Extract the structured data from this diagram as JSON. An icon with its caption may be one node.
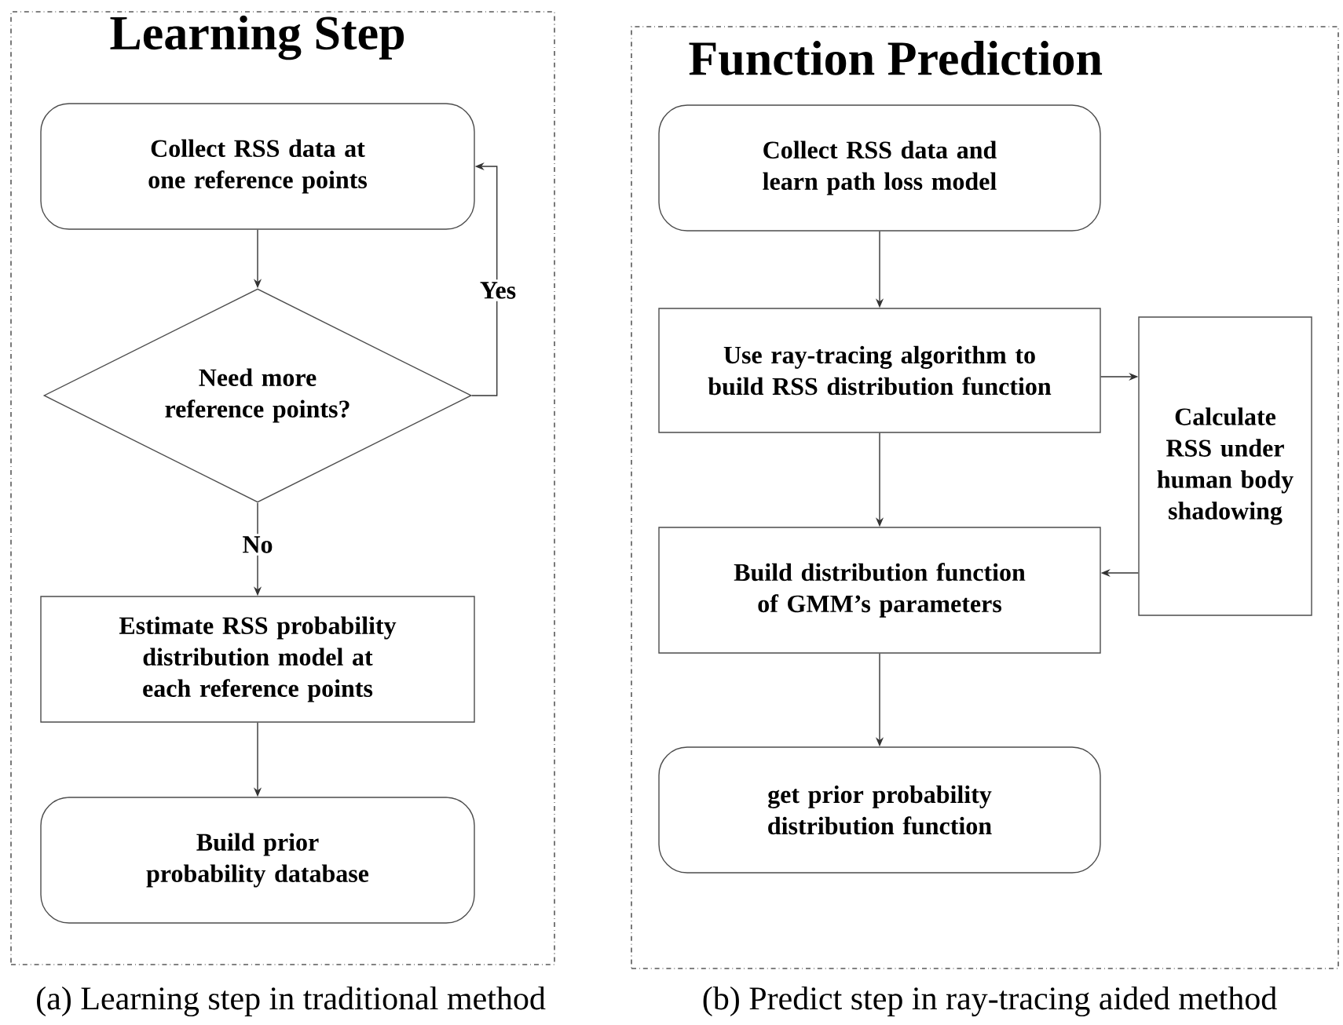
{
  "diagram": {
    "nodes": [
      {
        "text": [
          "Learning Step"
        ]
      },
      {
        "text": [
          "Collect RSS data at one reference points"
        ],
        "in": 0
      },
      {
        "text": [
          "Need more reference points?"
        ],
        "in": 0
      },
      {
        "text": [
          "Estimate RSS probability distribution model at each reference points"
        ],
        "in": 0
      },
      {
        "text": [
          "Build prior probability database"
        ],
        "in": 0
      },
      {
        "text": [
          "Function Prediction"
        ]
      },
      {
        "text": [
          "Collect RSS data and learn path loss model"
        ],
        "in": 5
      },
      {
        "text": [
          "Use ray-tracing algorithm to build RSS distribution function"
        ],
        "in": 5
      },
      {
        "text": [
          "Calculate RSS under human body shadowing"
        ],
        "in": 5
      },
      {
        "text": [
          "Build distribution function of GMM’s parameters"
        ],
        "in": 5
      },
      {
        "text": [
          "get prior probability distribution function"
        ],
        "in": 5
      }
    ],
    "edges": [
      {
        "from": 1,
        "to": 2,
        "arrow": "to"
      },
      {
        "from": 2,
        "to": 1,
        "arrow": "to",
        "label": "Yes"
      },
      {
        "from": 2,
        "to": 3,
        "arrow": "to",
        "label": "No"
      },
      {
        "from": 3,
        "to": 4,
        "arrow": "to"
      },
      {
        "from": 6,
        "to": 7,
        "arrow": "to"
      },
      {
        "from": 7,
        "to": 8,
        "arrow": "to"
      },
      {
        "from": 8,
        "to": 9,
        "arrow": "to"
      },
      {
        "from": 7,
        "to": 9,
        "arrow": "to"
      },
      {
        "from": 9,
        "to": 10,
        "arrow": "to"
      }
    ],
    "labels": [
      "(a) Learning step in traditional method",
      "(b) Predict step in ray-tracing aided method"
    ]
  }
}
